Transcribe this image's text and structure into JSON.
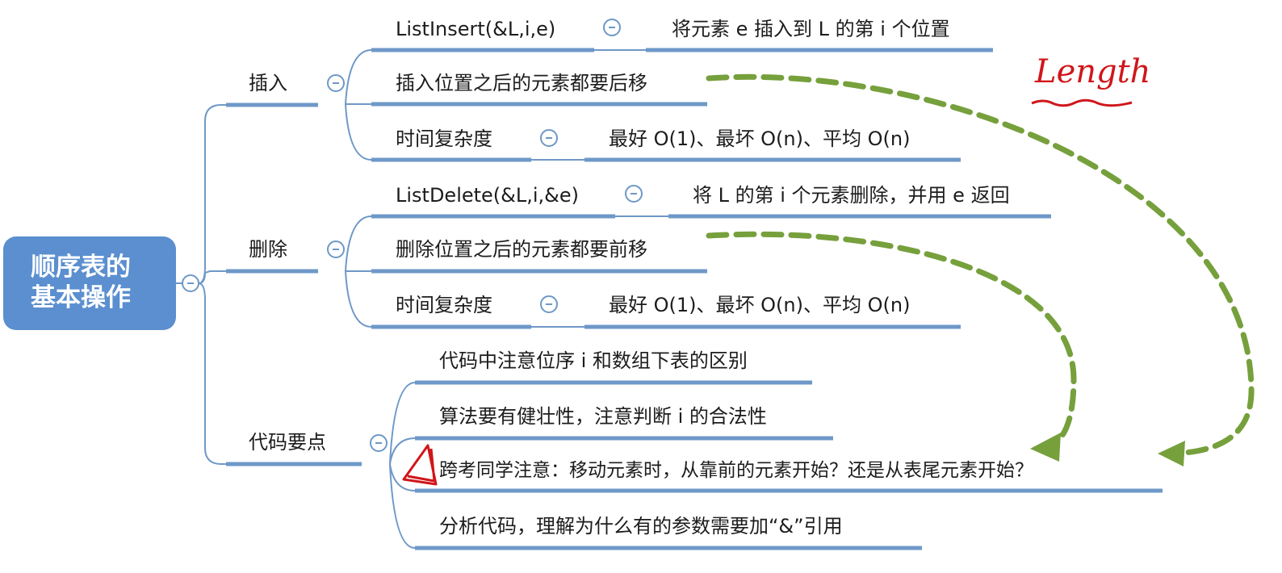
{
  "root": {
    "label": "顺序表的\n基本操作"
  },
  "branches": {
    "insert": {
      "label": "插入",
      "items": {
        "signature": "ListInsert(&L,i,e)",
        "signature_desc": "将元素 e 插入到 L 的第 i 个位置",
        "shift_note": "插入位置之后的元素都要后移",
        "complexity_label": "时间复杂度",
        "complexity_value": "最好 O(1)、最坏 O(n)、平均 O(n)"
      }
    },
    "delete": {
      "label": "删除",
      "items": {
        "signature": "ListDelete(&L,i,&e)",
        "signature_desc": "将 L 的第 i 个元素删除，并用 e 返回",
        "shift_note": "删除位置之后的元素都要前移",
        "complexity_label": "时间复杂度",
        "complexity_value": "最好 O(1)、最坏 O(n)、平均 O(n)"
      }
    },
    "code": {
      "label": "代码要点",
      "items": {
        "p1": "代码中注意位序 i 和数组下表的区别",
        "p2": "算法要有健壮性，注意判断 i 的合法性",
        "p3": "跨考同学注意：移动元素时，从靠前的元素开始？还是从表尾元素开始？",
        "p4": "分析代码，理解为什么有的参数需要加“&”引用"
      }
    }
  },
  "annotation": {
    "handwritten": "Length"
  },
  "colors": {
    "line": "#6e98c8",
    "node": "#5b8fcf",
    "arrow": "#76a03c",
    "ink": "#d0161a"
  }
}
